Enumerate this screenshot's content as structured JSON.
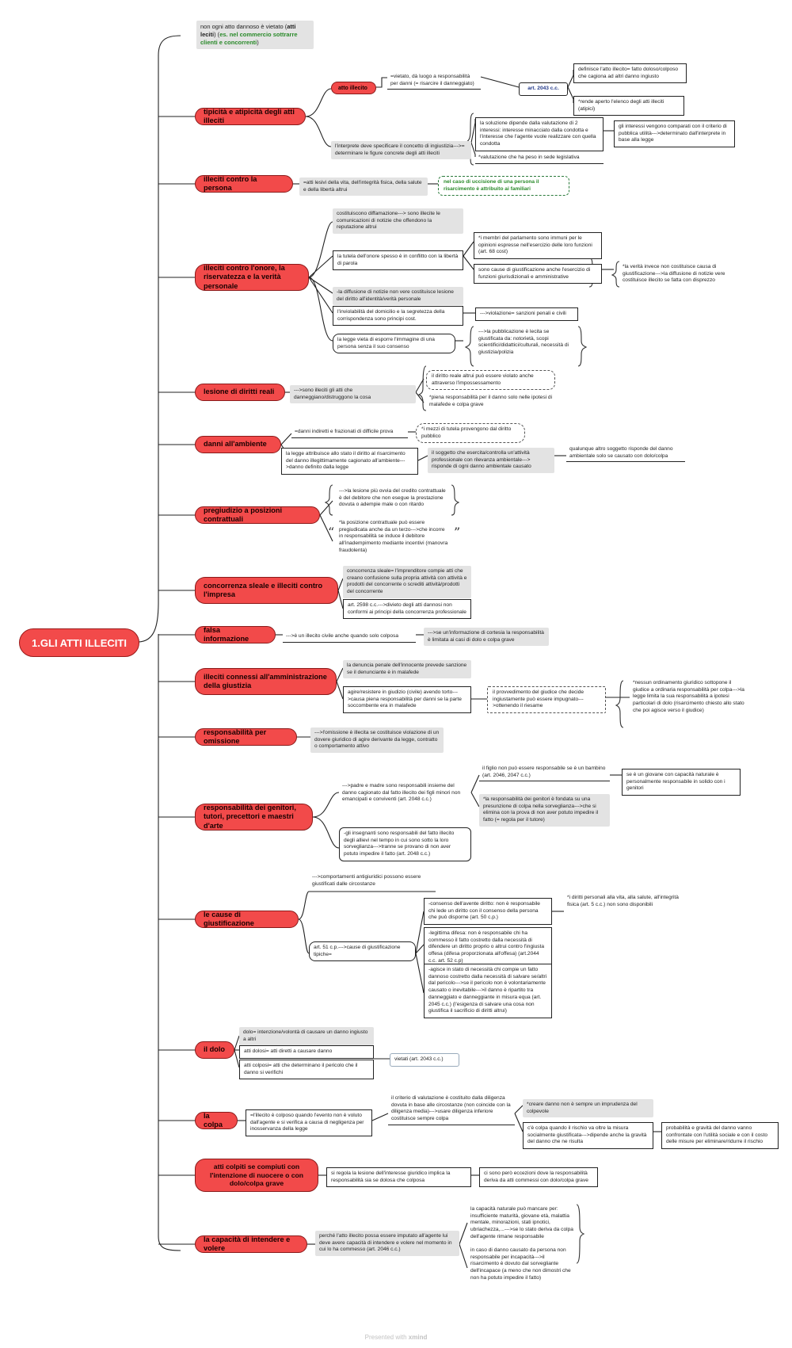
{
  "root": "1.GLI ATTI ILLECITI",
  "intro": {
    "pre": "non ogni atto dannoso è vietato (",
    "bold": "atti leciti",
    "mid": ") (",
    "green": "es. nel commercio sottrarre clienti e concorrenti",
    "post": ")"
  },
  "topics": {
    "t1": "tipicità e atipicità degli atti illeciti",
    "t2": "illeciti contro la persona",
    "t3": "illeciti contro l'onore, la riservatezza e la verità personale",
    "t4": "lesione di diritti reali",
    "t5": "danni all'ambiente",
    "t6": "pregiudizio a posizioni contrattuali",
    "t7": "concorrenza sleale e illeciti contro l'impresa",
    "t8": "falsa informazione",
    "t9": "illeciti connessi all'amministrazione della giustizia",
    "t10": "responsabilità per omissione",
    "t11": "responsabilità dei genitori, tutori, precettori e maestri d'arte",
    "t12": "le cause di giustificazione",
    "t13": "il dolo",
    "t14": "la colpa",
    "t15": "atti colpiti se compiuti con l'intenzione di nuocere o con dolo/colpa grave",
    "t16": "la capacità di intendere e volere"
  },
  "n1": {
    "atto_illecito": "atto illecito",
    "vietato": "=vietato, dà luogo a responsabilità per danni (= risarcire il danneggiato)",
    "art2043": "art. 2043 c.c.",
    "def": "definisce l'atto illecito= fatto doloso/colposo che cagiona ad altri danno ingiusto",
    "aperto": "*rende aperto l'elenco degli atti illeciti (atipici)",
    "interprete": "l'interprete deve specificare il concetto di ingiustizia--->= determinare le figure concrete degli atti illeciti",
    "valutazione": "la soluzione dipende dalla valutazione di 2 interessi: interesse minacciato dalla condotta e l'interesse che l'agente vuole realizzare con quella condotta",
    "criterio": "gli interessi vengono comparati con il criterio di pubblica utilità--->determinato dall'interprete in base alla legge",
    "peso": "*valutazione che ha peso in sede legislativa"
  },
  "n2": {
    "atti": "=atti lesivi della vita, dell'integrità fisica, della salute e della libertà altrui",
    "uccisione": "nel caso di uccisione di una persona il risarcimento è attribuito ai familiari"
  },
  "n3": {
    "diffamazione": "costituiscono diffamazione---> sono illecite le comunicazioni di notizie che offendono la reputazione altrui",
    "tutela": "la tutela dell'onore spesso è in conflitto con la libertà di parola",
    "membri": "*i membri del parlamento sono immuni per le opinioni espresse nell'esercizio delle loro funzioni (art. 68 cost)",
    "cause": "sono cause di giustificazione anche l'esercizio di funzioni giurisdizionali e amministrative",
    "verita": "*la verità invece non costituisce causa di giustificazione--->la diffusione di notizie vere costituisce illecito se fatta con disprezzo",
    "diffusione": "-la diffusione di notizie non vere costituisce lesione del diritto all'identità/verità personale",
    "inviolabilita": "l'inviolabilità del domicilio e la segretezza della corrispondenza sono principi cost.",
    "sanzioni": "--->violazione= sanzioni penali e civili",
    "immagine": "la legge vieta di esporre l'immagine di una persona senza il suo consenso",
    "pubblicazione": "--->la pubblicazione è lecita se giustificata da: notorietà, scopi scientifici/didattici/culturali, necessità di giustizia/polizia"
  },
  "n4": {
    "sono": "--->sono illeciti gli atti che danneggiano/distruggono la cosa",
    "diritto": "il diritto reale altrui può essere violato anche attraverso l'impossessamento",
    "piena": "*piena responsabilità per il danno solo nelle ipotesi di malafede e colpa grave"
  },
  "n5": {
    "danni": "=danni indiretti e frazionati di difficile prova",
    "mezzi": "*i mezzi di tutela provengono dal diritto pubblico",
    "legge": "la legge attribuisce allo stato il diritto al risarcimento del danno illegittimamente cagionato all'ambiente--->danno definito dalla legge",
    "soggetto": "il soggetto che esercita/controlla un'attività professionale con rilevanza ambientale---> risponde di ogni danno ambientale causato",
    "altro": "qualunque altro soggetto risponde del danno ambientale solo se causato con dolo/colpa"
  },
  "n6": {
    "lesione": "--->la lesione più ovvia del credito contrattuale è del debitore che non esegue la prestazione dovuta o adempie male o con ritardo",
    "posizione": "*la posizione contrattuale può essere pregiudicata anche da un terzo--->che incorre in responsabilità se induce il debitore all'inadempimento mediante incentivi (manovra fraudolenta)"
  },
  "n7": {
    "concorrenza": "concorrenza sleale= l'imprenditore compie atti che creano confusione sulla propria attività con attività e prodotti del concorrente o screditi attività/prodotti del concorrente",
    "art2598": "art. 2598 c.c.--->divieto degli atti dannosi non conformi ai principi della concorrenza professionale"
  },
  "n8": {
    "illecito": "--->è un illecito civile anche quando solo colposa",
    "cortesia": "--->se un'informazione di cortesia la responsabilità è limitata ai casi di dolo e colpa grave"
  },
  "n9": {
    "denuncia": "la denuncia penale dell'innocente prevede sanzione se il denunciante è in malafede",
    "agire": "agire/resistere in giudizio (civile) avendo torto--->causa piena responsabilità per danni se la parte soccombente era in malafede",
    "provvedimento": "il provvedimento del giudice che decide ingiustamente può essere impugnato--->ottenendo il riesame",
    "nessun": "*nessun ordinamento giuridico sottopone il giudice a ordinaria responsabilità per colpa--->la legge limita la sua responsabilità a ipotesi particolari di dolo (risarcimento chiesto allo stato che poi agisce verso il giudice)"
  },
  "n10": {
    "omissione": "--->l'omissione è illecita se costituisce violazione di un dovere giuridico di agire derivante da legge, contratto o comportamento attivo"
  },
  "n11": {
    "padre": "--->padre e madre sono responsabili insieme del danno cagionato dal fatto illecito dei figli minori non emancipati e conviventi (art. 2048 c.c.)",
    "figlio": "il figlio non può essere responsabile se è un bambino (art. 2046, 2047 c.c.)",
    "giovane": "se è un giovane con capacità naturale è personalmente responsabile in solido con i genitori",
    "presunzione": "*la responsabilità dei genitori è fondata su una presunzione di colpa nella sorveglianza--->che si elimina con la prova di non aver potuto impedire il fatto (= regola per il tutore)",
    "insegnanti": "-gli insegnanti sono responsabili del fatto illecito degli allievi nel tempo in cui sono sotto la loro sorveglianza--->tranne se provano di non aver potuto impedire il fatto (art. 2048 c.c.)"
  },
  "n12": {
    "comportamenti": "--->comportamenti antigiuridici possono essere giustificati dalle circostanze",
    "art51": "art. 51 c.p.--->cause di giustificazione tipiche=",
    "consenso": "-consenso dell'avente diritto: non è responsabile chi lede un diritto con il consenso della persona che può disporne (art. 50 c.p.)",
    "diritti": "*i diritti personali alla vita, alla salute, all'integrità fisica (art. 5 c.c.) non sono disponibili",
    "legittima": "-legittima difesa: non è responsabile chi ha commesso il fatto costretto dalla necessità di difendere un diritto proprio o altrui contro l'ingiusta offesa (difesa proporzionata all'offesa) (art.2044 c.c. art. 52 c.p)",
    "necessita": "-agisce in stato di necessità chi compie un fatto dannoso costretto dalla necessità di salvare se/altri dal pericolo--->se il pericolo non è volontariamente causato o inevitabile--->il danno è ripartito tra danneggiato e danneggiante in misura equa (art. 2045 c.c.) (l'esigenza di salvare una cosa non giustifica il sacrificio di diritti altrui)"
  },
  "n13": {
    "dolo": "dolo= intenzione/volontà di causare un danno ingiusto a altri",
    "dolosi": "atti dolosi= atti diretti a causare danno",
    "colposi": "atti colposi= atti che determinano il pericolo che il danno si verifichi",
    "vietati": "vietati (art. 2043 c.c.)"
  },
  "n14": {
    "illecito": "=l'illecito è colposo quando l'evento non è voluto dall'agente e si verifica a causa di negligenza per inosservanza della legge",
    "criterio": "il criterio di valutazione è costituito dalla diligenza dovuta in base alle circostanze (non coincide con la diligenza media)--->usare diligenza inferiore costituisce sempre colpa",
    "creare": "*creare danno non è sempre un imprudenza del colpevole",
    "rischio": "c'è colpa quando il rischio va oltre la misura socialmente giustificata--->dipende anche la gravità del danno che ne risulta",
    "probabilita": "probabilità e gravità del danno vanno confrontate con l'utilità sociale e con il costo delle misure per eliminare/ridurre il rischio"
  },
  "n15": {
    "regola": "si regola la lesione dell'interesse giuridico implica la responsabilità sia se dolosa che colposa",
    "eccezioni": "ci sono però eccezioni dove la responsabilità deriva da atti commessi con dolo/colpa grave"
  },
  "n16": {
    "imputato": "perché l'atto illecito possa essere imputato all'agente lui deve avere capacità di intendere e volere nel momento in cui lo ha commesso (art. 2046 c.c.)",
    "capacita": "la capacità naturale può mancare per: insufficiente maturità, giovane età, malattia mentale, minorazioni, stati ipnotici, ubriachezza,...--->se lo stato deriva da colpa dell'agente rimane responsabile",
    "incapace": "in caso di danno causato da persona non responsabile per incapacità--->il risarcimento è dovuto dal sorvegliante dell'incapace (a meno che non dimostri che non ha potuto impedire il fatto)"
  },
  "footer": {
    "pre": "Presented with ",
    "brand": "xmind"
  },
  "colors": {
    "topic": "#f24a4a",
    "topic_border": "#8a1a1a",
    "grey": "#e3e3e3",
    "green": "#2a8a2a",
    "article": "#243a8a"
  }
}
